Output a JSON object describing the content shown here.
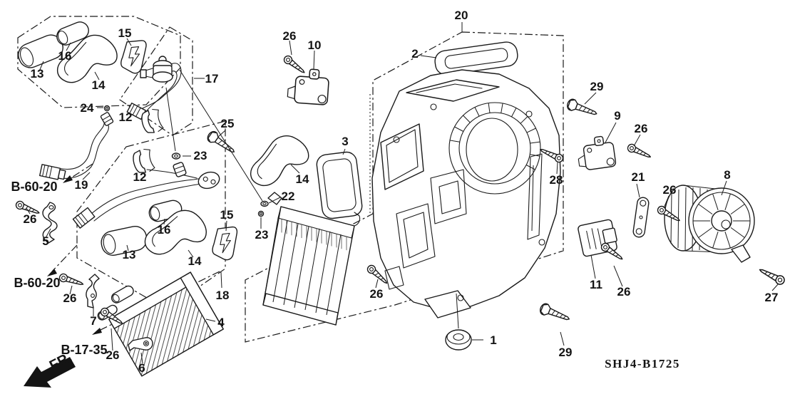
{
  "figure": {
    "drawing_code": "SHJ4-B1725",
    "direction_label": "FR."
  },
  "refs": {
    "b6020_a": "B-60-20",
    "b6020_b": "B-60-20",
    "b1735": "B-17-35"
  },
  "callouts": {
    "c1": "1",
    "c2": "2",
    "c3": "3",
    "c4": "4",
    "c5": "5",
    "c6": "6",
    "c7": "7",
    "c8": "8",
    "c9": "9",
    "c10": "10",
    "c11": "11",
    "c12_a": "12",
    "c12_b": "12",
    "c13_a": "13",
    "c13_b": "13",
    "c14_a": "14",
    "c14_b": "14",
    "c14_c": "14",
    "c15_a": "15",
    "c15_b": "15",
    "c16_a": "16",
    "c16_b": "16",
    "c17": "17",
    "c18": "18",
    "c19": "19",
    "c20": "20",
    "c21": "21",
    "c22": "22",
    "c23_a": "23",
    "c23_b": "23",
    "c24": "24",
    "c25": "25",
    "c26_top": "26",
    "c26_mid": "26",
    "c26_r1": "26",
    "c26_r2": "26",
    "c26_r3": "26",
    "c26_l1": "26",
    "c26_l2": "26",
    "c26_l3": "26",
    "c27": "27",
    "c28": "28",
    "c29_top": "29",
    "c29_bot": "29"
  },
  "colors": {
    "line": "#1a1a1a",
    "background": "#ffffff"
  }
}
